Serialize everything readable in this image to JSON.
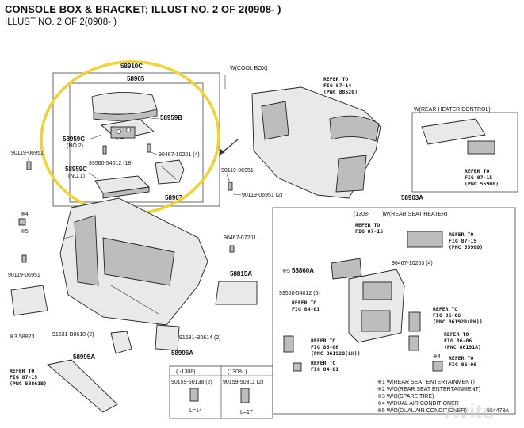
{
  "header": {
    "title": "CONSOLE BOX & BRACKET; ILLUST NO. 2 OF 2(0908- )",
    "subtitle": "ILLUST NO. 2 OF 2(0908- )"
  },
  "callouts": {
    "p58910C": "58910C",
    "p58905": "58905",
    "p58959B": "58959B",
    "p58959C_no2": "58959C",
    "no2": "(NO.2)",
    "p90467_10201": "90467-10201 (4)",
    "p93560_54012": "93560-54012 (18)",
    "p58959C_no1": "58959C",
    "no1": "(NO.1)",
    "p58907": "58907",
    "p90119_06951_a": "90119-06951",
    "p90119_06951_b": "90119-06951",
    "p90119_06951_c": "90119-06951 (2)",
    "p90119_06951_d": "90119-06951",
    "p90467_07201": "90467-07201",
    "p58815A": "58815A",
    "p58823": "58823",
    "p91631_B0610": "91631-B0610 (2)",
    "p91631_B0614": "91631-B0614 (2)",
    "p58995A": "58995A",
    "p58996A": "58996A",
    "p58903A": "58903A",
    "p58860A": "58860A",
    "p90467_10203": "90467-10203 (4)",
    "p93560_54012_6": "93560-54012 (6)",
    "star4_a": "※4",
    "star5_a": "※5",
    "star3_a": "※3",
    "star4_b": "※4",
    "star5_b": "※5"
  },
  "sections": {
    "cool_box": "W(COOL BOX)",
    "rear_heater": "W(REAR HEATER CONTROL)",
    "rear_seat_heater_range": "(1308-",
    "rear_seat_heater": ")W(REAR SEAT HEATER)"
  },
  "refers": [
    {
      "line1": "REFER TO",
      "line2": "FIG 87-14",
      "line3": "(PNC 88520)"
    },
    {
      "line1": "REFER TO",
      "line2": "FIG 87-15",
      "line3": "(PNC 55900)"
    },
    {
      "line1": "REFER TO",
      "line2": "FIG 87-15"
    },
    {
      "line1": "REFER TO",
      "line2": "FIG 87-15",
      "line3": "(PNC 55900)"
    },
    {
      "line1": "REFER TO",
      "line2": "FIG 84-01"
    },
    {
      "line1": "REFER TO",
      "line2": "FIG 86-06",
      "line3": "(PNC 86192B(RH))"
    },
    {
      "line1": "REFER TO",
      "line2": "FIG 86-06",
      "line3": "(PNC 86192B(LH))"
    },
    {
      "line1": "REFER TO",
      "line2": "FIG 86-06",
      "line3": "(PNC 86191A)"
    },
    {
      "line1": "REFER TO",
      "line2": "FIG 84-01"
    },
    {
      "line1": "REFER TO",
      "line2": "FIG 86-06"
    },
    {
      "line1": "REFER TO",
      "line2": "FIG 87-15",
      "line3": "(PNC 58861B)"
    }
  ],
  "fastener_table": {
    "col1_head": "( -1308)",
    "col2_head": "(1308- )",
    "col1_part": "90159-50138 (2)",
    "col2_part": "90159-50311 (2)",
    "col1_len": "L=14",
    "col2_len": "L=17"
  },
  "legend": [
    "※1 W(REAR SEAT ENTERTAINMENT)",
    "※2 W/O(REAR SEAT ENTERTAINMENT)",
    "※3 W/O(SPARE TIRE)",
    "※4 W/DUAL AIR CONDITIONER",
    "※5 W/O(DUAL AIR CONDITIONER)"
  ],
  "corner_code": "584473A",
  "watermark": "Avito",
  "colors": {
    "highlight": "#f2d22e",
    "line": "#222222",
    "part_fill": "#e9e9e9"
  }
}
